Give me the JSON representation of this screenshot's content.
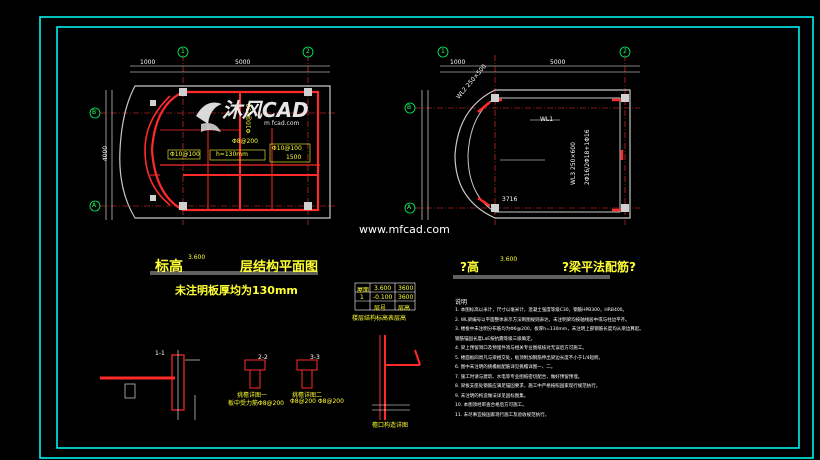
{
  "colors": {
    "background": "#000000",
    "frame": "#00ffff",
    "beam": "#ff2a2a",
    "grid_axis": "#ff3333",
    "dimension": "#ffffff",
    "annotation": "#ffff33",
    "title_accent": "#ff33ff"
  },
  "watermark": {
    "logo_text": "沐风CAD",
    "logo_sub": "m  fcad.com",
    "url": "www.mfcad.com"
  },
  "left_plan": {
    "axis_top_1": "1",
    "axis_top_2": "2",
    "axis_left_b": "B",
    "axis_left_a": "A",
    "slab_label_1": "h=130mm",
    "rebar_1": "Φ10@100",
    "rebar_2": "Φ10@100",
    "rebar_3": "1500",
    "rebar_4": "Φ10@150",
    "rebar_5": "Φ8@200",
    "dim_1": "1000",
    "dim_2": "5000",
    "dim_3": "4000",
    "title_prefix": "标高",
    "title_level": "3.600",
    "title_main": "层结构平面图",
    "subtitle": "未注明板厚均为130mm"
  },
  "right_plan": {
    "axis_top_1": "1",
    "axis_top_2": "2",
    "axis_left_b": "B",
    "axis_left_a": "A",
    "beam_1": "WL1",
    "beam_2": "WL2 250×500",
    "beam_3": "WL3 250×600",
    "beam_4": "2Φ16/2Φ18+1Φ16",
    "dim_1": "1000",
    "dim_2": "5000",
    "dim_3": "3716",
    "title_prefix": "?高",
    "title_level": "3.600",
    "title_main": "?梁平法配筋?"
  },
  "table": {
    "caption": "楼层结构标高表层高",
    "rows": [
      [
        "屋面",
        "3.600",
        "3600"
      ],
      [
        "1",
        "-0.100",
        "3600"
      ],
      [
        "",
        "层号",
        "层高"
      ]
    ]
  },
  "details": {
    "detail_1": "1-1",
    "detail_2": "2-2",
    "detail_3": "3-3",
    "detail_1_caption": "挑檐详图一",
    "detail_2_caption": "挑檐详图二",
    "detail_3_caption": "檐口构造详图",
    "note_1": "板中受力筋Φ8@200",
    "note_2": "Φ8@200 Φ8@200"
  },
  "notes": {
    "heading": "说明",
    "lines": [
      "1. 本图标高以米计，尺寸以毫米计，混凝土强度等级C30，钢筋HPB300，HRB400。",
      "2. WL梁编号以平面整体表示方法制图规则表达，未注明梁均按轴线居中或与柱边平齐。",
      "3. 楼板中未注明分布筋均为Φ6@200，板厚h=130mm，未注明上部钢筋长度均从梁边算起。",
      "   钢筋锚固长度LaE按抗震等级三级确定。",
      "4. 梁上预留洞口及预埋件须与相关专业图纸核对无误后方可施工。",
      "5. 楼面板四周凡与梁相交处，板顶附加钢筋伸出梁边长度不小于1/4短跨。",
      "6. 图中未注明的挑檐板配筋详见挑檐详图一、二。",
      "7. 施工时请与建筑、水电等专业图纸密切配合，做好预留预埋。",
      "8. 梁板支座处钢筋应满足锚固要求，施工中严格按照国家现行规范执行。",
      "9. 未注明的构造做法详见国标图集。",
      "10. 本图须经审查合格后方可施工。",
      "11. 未尽事宜按国家现行施工及验收规范执行。"
    ]
  }
}
